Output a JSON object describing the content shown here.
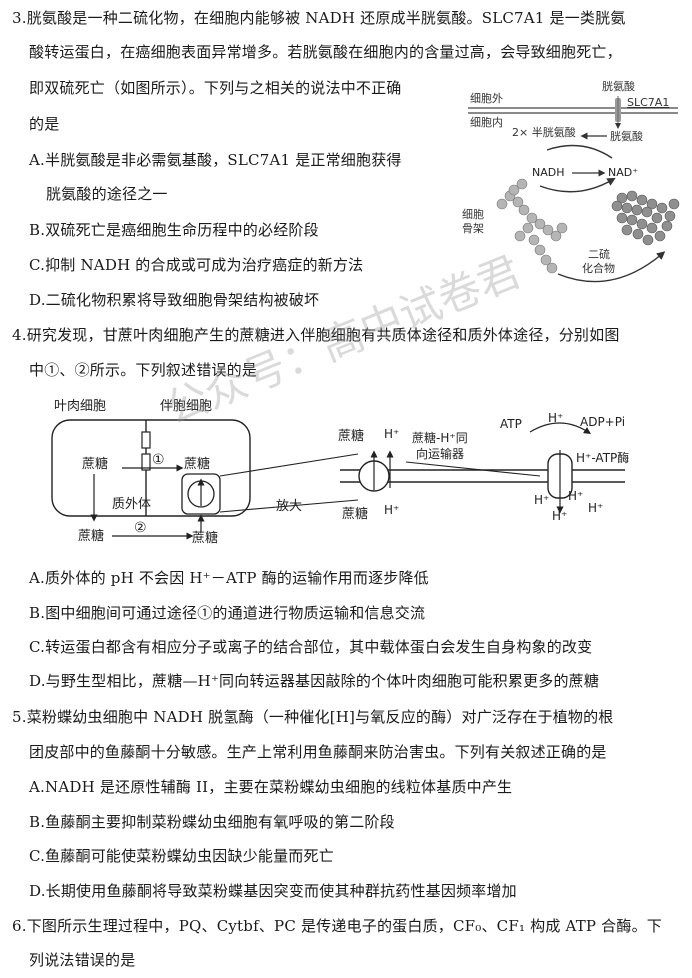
{
  "q3": {
    "lines": [
      "3.胱氨酸是一种二硫化物，在细胞内能够被 NADH 还原成半胱氨酸。SLC7A1 是一类胱氨",
      "酸转运蛋白，在癌细胞表面异常增多。若胱氨酸在细胞内的含量过高，会导致细胞死亡，",
      "即双硫死亡（如图所示）。下列与之相关的说法中不正确",
      "的是"
    ],
    "options": [
      "A.半胱氨酸是非必需氨基酸，SLC7A1 是正常细胞获得",
      "胱氨酸的途径之一",
      "B.双硫死亡是癌细胞生命历程中的必经阶段",
      "C.抑制 NADH 的合成或可成为治疗癌症的新方法",
      "D.二硫化物积累将导致细胞骨架结构被破坏"
    ],
    "figure": {
      "outside": "细胞外",
      "inside": "细胞内",
      "cystine_top": "胱氨酸",
      "transporter": "SLC7A1",
      "two_cysteine": "2× 半胱氨酸",
      "cystine": "胱氨酸",
      "nadh": "NADH",
      "nad": "NAD⁺",
      "skeleton_1": "细胞",
      "skeleton_2": "骨架",
      "disulfide_1": "二硫",
      "disulfide_2": "化合物"
    }
  },
  "q4": {
    "lines": [
      "4.研究发现，甘蔗叶肉细胞产生的蔗糖进入伴胞细胞有共质体途径和质外体途径，分别如图",
      "中①、②所示。下列叙述错误的是"
    ],
    "figure": {
      "mesophyll": "叶肉细胞",
      "companion": "伴胞细胞",
      "sucrose_left": "蔗糖",
      "path1": "①",
      "sucrose_right": "蔗糖",
      "apoplast": "质外体",
      "sucrose_bottom": "蔗糖",
      "path2": "②",
      "sucrose_bottom2": "蔗糖",
      "enlarge": "放大",
      "z_sucrose_top": "蔗糖",
      "z_h_top": "H⁺",
      "z_transporter_1": "蔗糖-H⁺同",
      "z_transporter_2": "向运输器",
      "z_atp": "ATP",
      "z_h_pump_top": "H⁺",
      "z_adp": "ADP+Pi",
      "z_pump": "H⁺-ATP酶",
      "z_sucrose_bottom": "蔗糖",
      "z_h_bottom": "H⁺",
      "z_h1": "H⁺",
      "z_h2": "H⁺",
      "z_h3": "H⁺",
      "z_h4": "H⁺"
    },
    "options": [
      "A.质外体的 pH 不会因 H⁺－ATP 酶的运输作用而逐步降低",
      "B.图中细胞间可通过途径①的通道进行物质运输和信息交流",
      "C.转运蛋白都含有相应分子或离子的结合部位，其中载体蛋白会发生自身构象的改变",
      "D.与野生型相比，蔗糖—H⁺同向转运器基因敲除的个体叶肉细胞可能积累更多的蔗糖"
    ]
  },
  "q5": {
    "lines": [
      "5.菜粉蝶幼虫细胞中 NADH 脱氢酶（一种催化[H]与氧反应的酶）对广泛存在于植物的根",
      "团皮部中的鱼藤酮十分敏感。生产上常利用鱼藤酮来防治害虫。下列有关叙述正确的是"
    ],
    "options": [
      "A.NADH 是还原性辅酶 II，主要在菜粉蝶幼虫细胞的线粒体基质中产生",
      "B.鱼藤酮主要抑制菜粉蝶幼虫细胞有氧呼吸的第二阶段",
      "C.鱼藤酮可能使菜粉蝶幼虫因缺少能量而死亡",
      "D.长期使用鱼藤酮将导致菜粉蝶基因突变而使其种群抗药性基因频率增加"
    ]
  },
  "q6": {
    "lines": [
      "6.下图所示生理过程中，PQ、Cytbf、PC 是传递电子的蛋白质，CF₀、CF₁ 构成 ATP 合酶。下",
      "列说法错误的是"
    ]
  },
  "watermark": "公众号：高中试卷君"
}
